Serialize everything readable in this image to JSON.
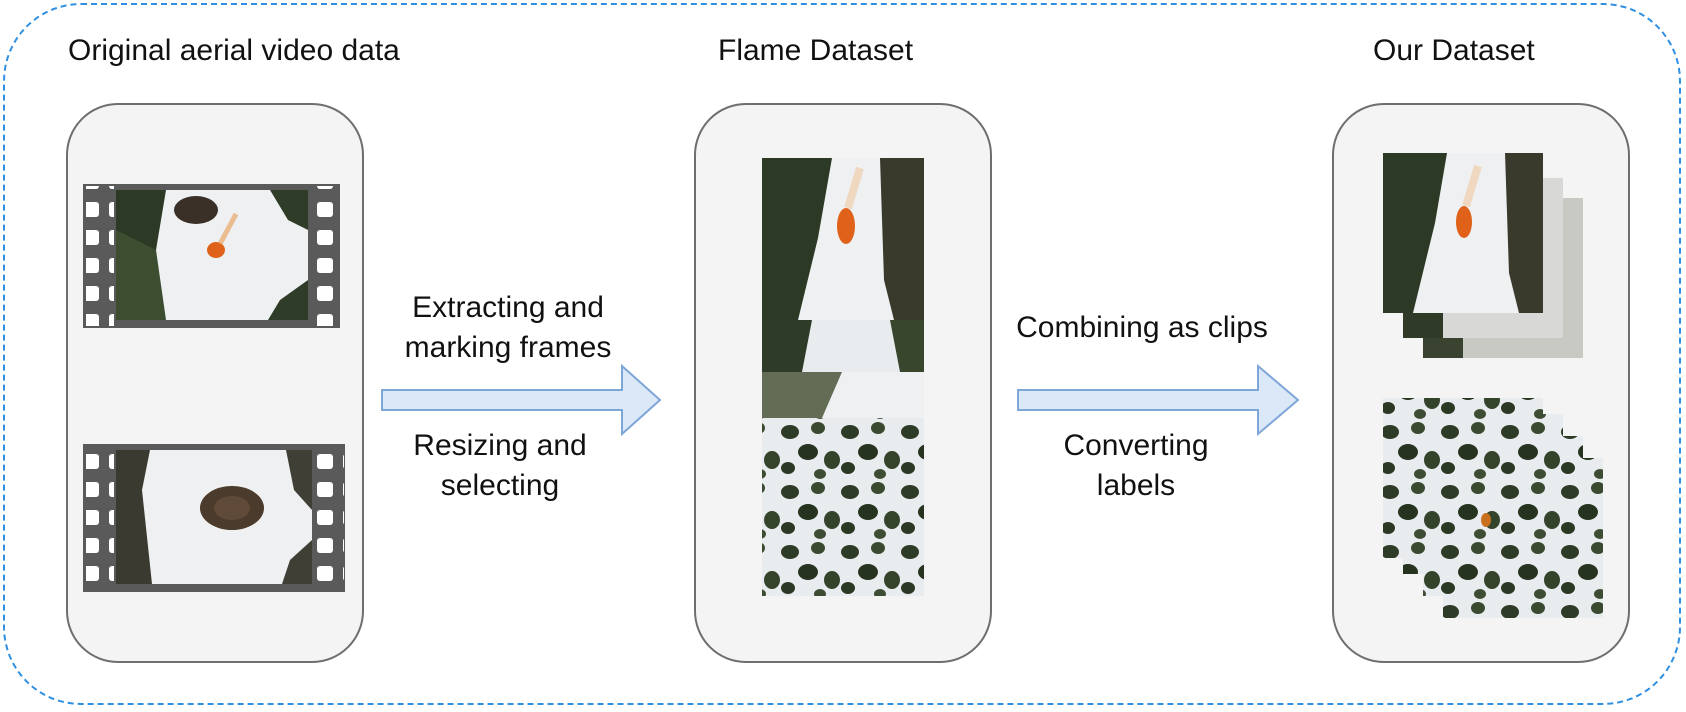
{
  "titles": {
    "original": "Original aerial video data",
    "flame": "Flame Dataset",
    "ours": "Our Dataset"
  },
  "arrow1": {
    "label_top_line1": "Extracting and",
    "label_top_line2": "marking frames",
    "label_bottom_line1": "Resizing and",
    "label_bottom_line2": "selecting"
  },
  "arrow2": {
    "label_top": "Combining as clips",
    "label_bottom_line1": "Converting",
    "label_bottom_line2": "labels"
  },
  "colors": {
    "frame_border": "#2f8fe0",
    "arrow_fill": "#dbe8f8",
    "arrow_stroke": "#7fa6d8",
    "panel_fill": "#f4f4f4",
    "panel_border": "#6e6e6e",
    "snow": "#eef0f2",
    "tree": "#2c3a25",
    "fire": "#e0621a"
  }
}
